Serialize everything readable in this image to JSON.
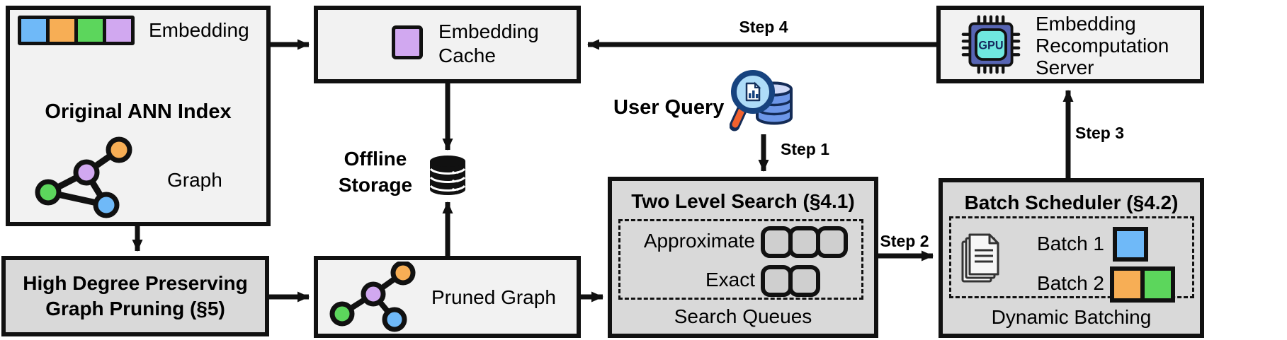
{
  "palette": {
    "blue": "#6FB9F8",
    "orange": "#F7AE55",
    "green": "#5CD65C",
    "purple": "#D1A8F0",
    "box_light": "#F2F2F2",
    "box_mid": "#D9D9D9",
    "queue_fill": "#CFCFCF",
    "chip_outer": "#5765B4",
    "chip_inner": "#6FE8DF",
    "chip_text": "#16295E",
    "lens_fill": "#AEDCF8",
    "lens_rim": "#17437F",
    "handle": "#F2612E",
    "db_light": "#CFD9F7",
    "db_mid": "#6D97E8",
    "db_outline": "#132B56",
    "page_fill": "#F7F7F7"
  },
  "boxes": {
    "original_ann_index": {
      "title": "Original ANN Index",
      "embedding_label": "Embedding",
      "graph_label": "Graph",
      "embedding_cell_colors": [
        "blue",
        "orange",
        "green",
        "purple"
      ]
    },
    "graph_pruning": {
      "line1": "High Degree Preserving",
      "line2": "Graph Pruning (§5)"
    },
    "embedding_cache": {
      "line1": "Embedding",
      "line2": "Cache"
    },
    "offline_storage": {
      "line1": "Offline",
      "line2": "Storage"
    },
    "pruned_graph": {
      "label": "Pruned Graph"
    },
    "two_level_search": {
      "title": "Two Level Search (§4.1)",
      "row_approximate": "Approximate",
      "row_exact": "Exact",
      "approximate_queue_count": 3,
      "exact_queue_count": 2,
      "caption": "Search Queues"
    },
    "batch_scheduler": {
      "title": "Batch Scheduler (§4.2)",
      "batch1_label": "Batch 1",
      "batch2_label": "Batch 2",
      "batch1_colors": [
        "blue"
      ],
      "batch2_colors": [
        "orange",
        "green"
      ],
      "caption": "Dynamic Batching"
    },
    "recompute_server": {
      "line1": "Embedding",
      "line2": "Recomputation",
      "line3": "Server",
      "chip_label": "GPU"
    }
  },
  "user_query_label": "User Query",
  "steps": {
    "step1": "Step 1",
    "step2": "Step 2",
    "step3": "Step 3",
    "step4": "Step 4"
  },
  "icons": {
    "original_ann_index": "embedding-vector-icon, graph-icon",
    "embedding_cache": "cached-embedding-icon",
    "offline_storage": "database-icon",
    "user_query": "magnifier-database-icon",
    "pruned_graph": "pruned-graph-icon",
    "batch_scheduler": "documents-icon",
    "recompute_server": "gpu-chip-icon"
  }
}
